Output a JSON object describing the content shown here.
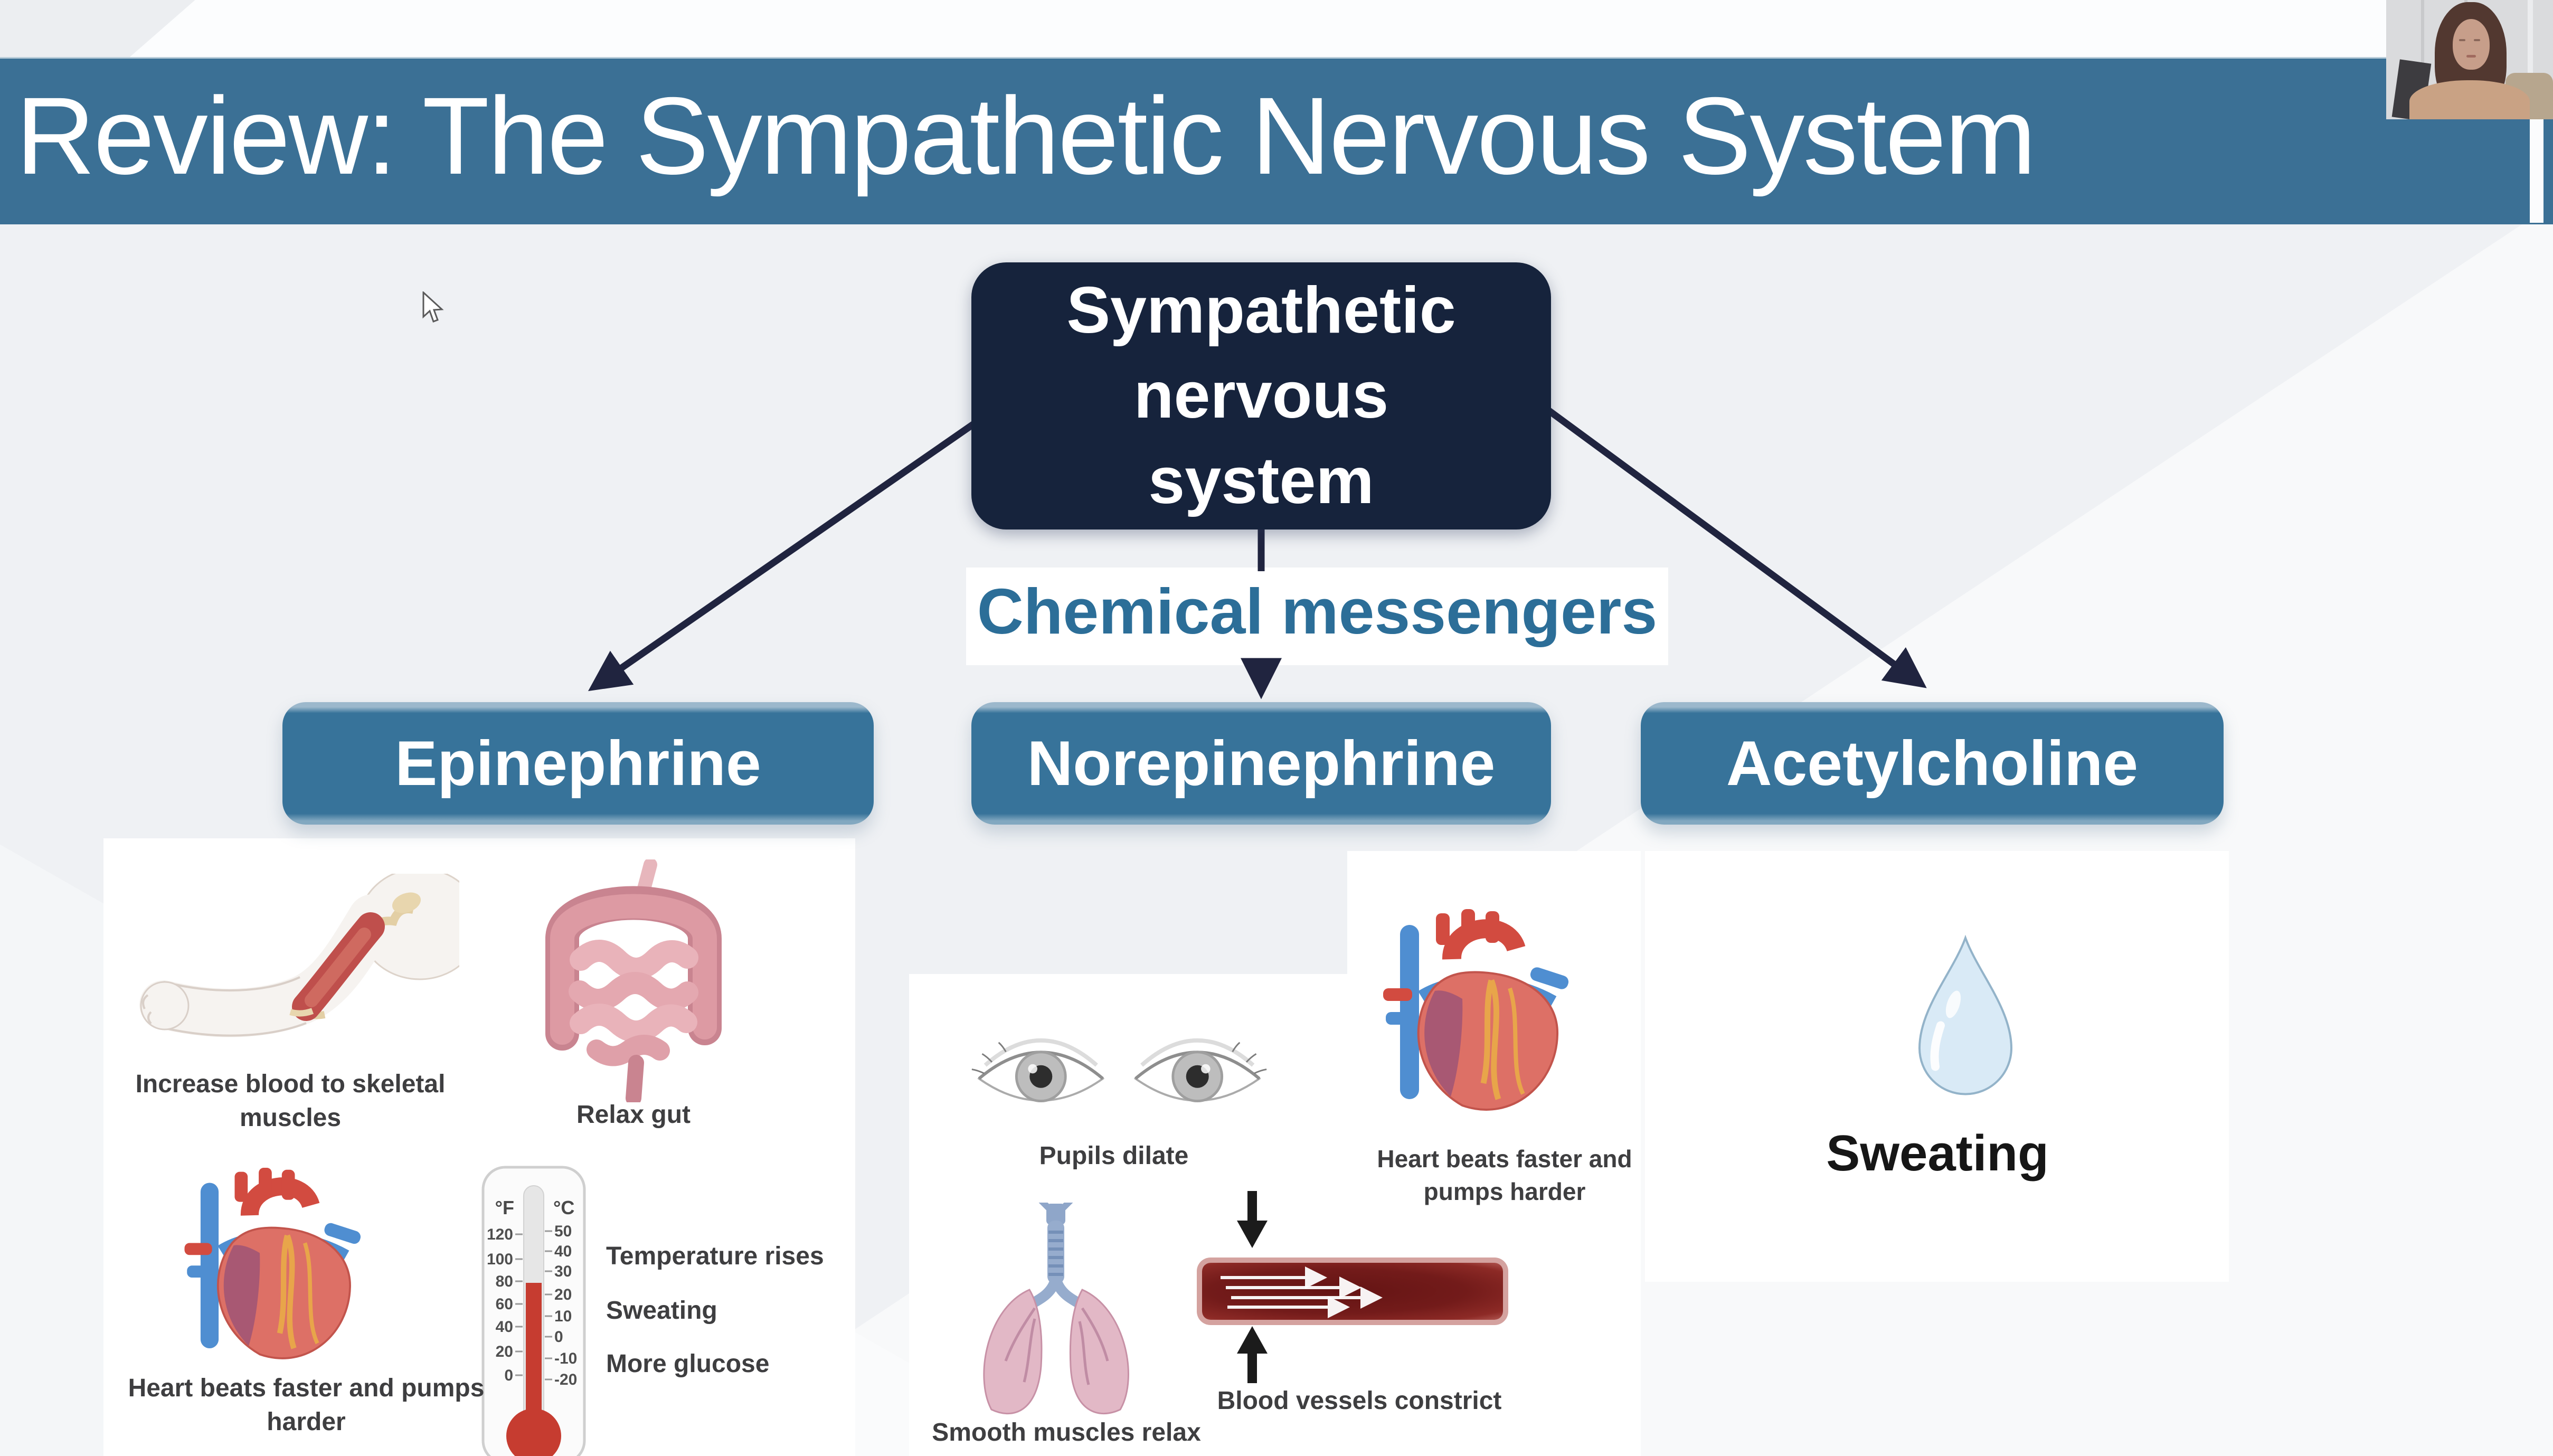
{
  "slide": {
    "title": "Review: The Sympathetic Nervous System",
    "root_node": "Sympathetic nervous system",
    "connector_label": "Chemical messengers",
    "branches": [
      {
        "label": "Epinephrine",
        "effects": [
          {
            "icon": "arm-muscle-illustration",
            "label": "Increase blood to skeletal muscles"
          },
          {
            "icon": "intestine-illustration",
            "label": "Relax gut"
          },
          {
            "icon": "heart-illustration",
            "label": "Heart beats faster and pumps harder"
          },
          {
            "icon": "thermometer-illustration",
            "labels": [
              "Temperature rises",
              "Sweating",
              "More glucose"
            ]
          }
        ]
      },
      {
        "label": "Norepinephrine",
        "effects": [
          {
            "icon": "eyes-illustration",
            "label": "Pupils dilate"
          },
          {
            "icon": "heart-illustration",
            "label": "Heart beats faster and pumps harder"
          },
          {
            "icon": "lungs-illustration",
            "label": "Smooth muscles relax"
          },
          {
            "icon": "blood-vessel-illustration",
            "label": "Blood vessels constrict"
          }
        ]
      },
      {
        "label": "Acetylcholine",
        "effects": [
          {
            "icon": "sweat-droplet-illustration",
            "label": "Sweating"
          }
        ]
      }
    ],
    "thermometer": {
      "fahrenheit_unit": "°F",
      "celsius_unit": "°C",
      "fahrenheit_ticks": [
        "120",
        "100",
        "80",
        "60",
        "40",
        "20",
        "0"
      ],
      "celsius_ticks": [
        "50",
        "40",
        "30",
        "20",
        "10",
        "0",
        "-10",
        "-20"
      ]
    },
    "colors": {
      "banner": "#3b7095",
      "branch_box": "#37739a",
      "root_box": "#16233c",
      "connector_text": "#2c6e98",
      "vessel_red": "#731b1a",
      "droplet_blue": "#d9eaf6"
    }
  }
}
